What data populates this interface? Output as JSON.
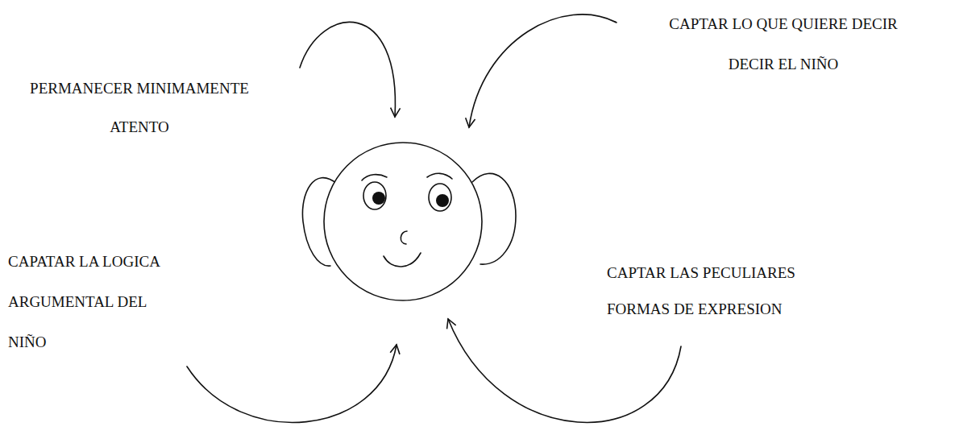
{
  "diagram": {
    "labels": [
      "PERMANECER MINIMAMENTE ATENTO",
      "CAPTAR LO QUE QUIERE DECIR DECIR EL NIÑO",
      "CAPATAR LA LOGICA ARGUMENTAL DEL NIÑO",
      "CAPTAR LAS PECULIARES FORMAS DE EXPRESION"
    ]
  }
}
